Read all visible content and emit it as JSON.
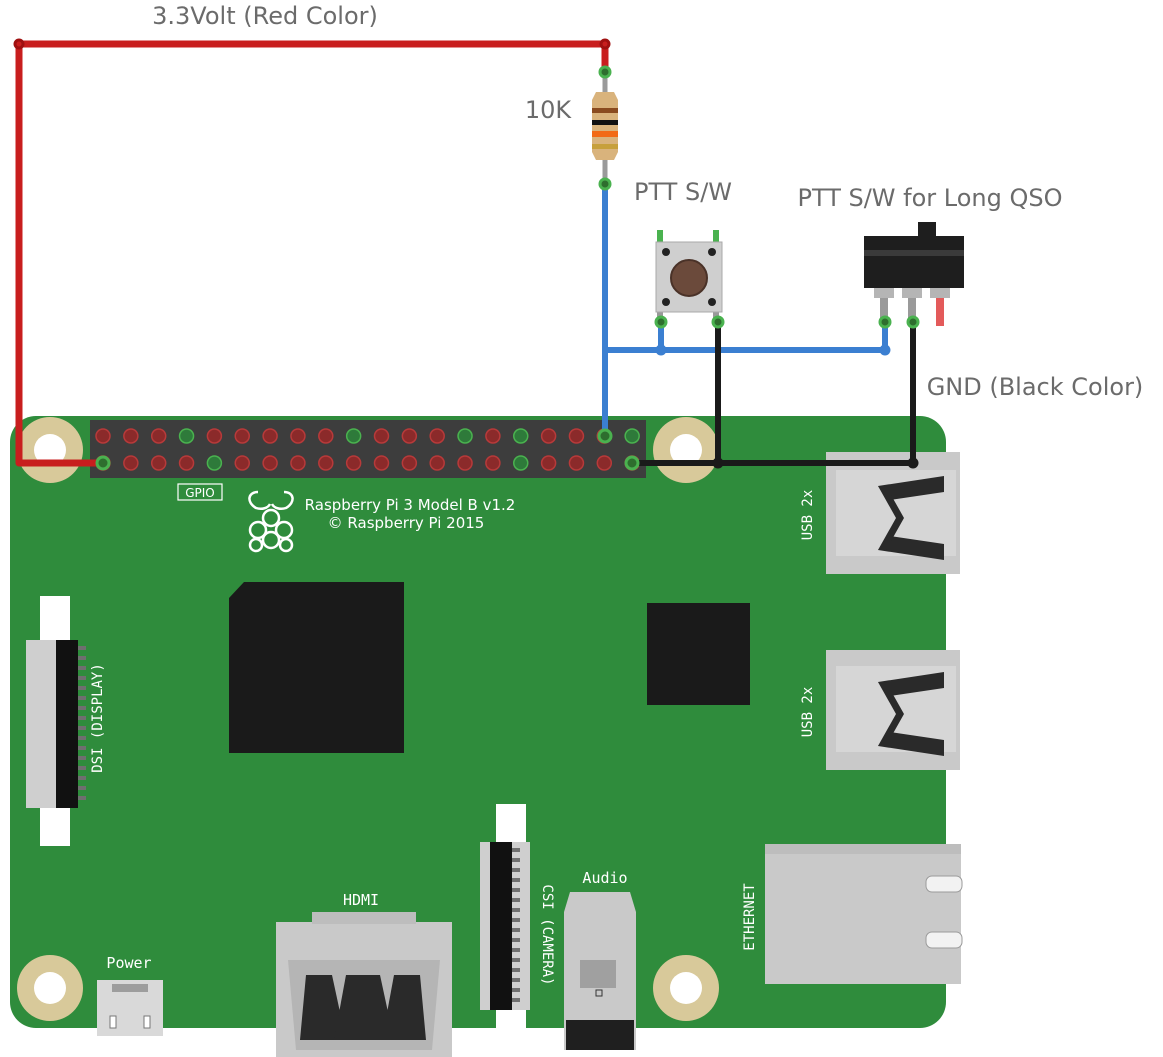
{
  "labels": {
    "vcc_wire": "3.3Volt (Red Color)",
    "resistor": "10K",
    "ptt_switch": "PTT S/W",
    "ptt_long_switch": "PTT S/W for Long QSO",
    "gnd_wire": "GND (Black Color)"
  },
  "board": {
    "model": "Raspberry Pi 3 Model B v1.2",
    "copyright": "© Raspberry Pi 2015",
    "gpio": "GPIO",
    "dsi": "DSI (DISPLAY)",
    "csi": "CSI (CAMERA)",
    "usb_top": "USB 2x",
    "usb_bottom": "USB 2x",
    "ethernet": "ETHERNET",
    "hdmi": "HDMI",
    "audio": "Audio",
    "power": "Power"
  },
  "colors": {
    "board": "#2f8c3c",
    "vcc_wire": "#c81e1e",
    "signal_wire": "#3b7fd1",
    "gnd_wire": "#1a1a1a",
    "mount_hole": "#d8c99a"
  }
}
